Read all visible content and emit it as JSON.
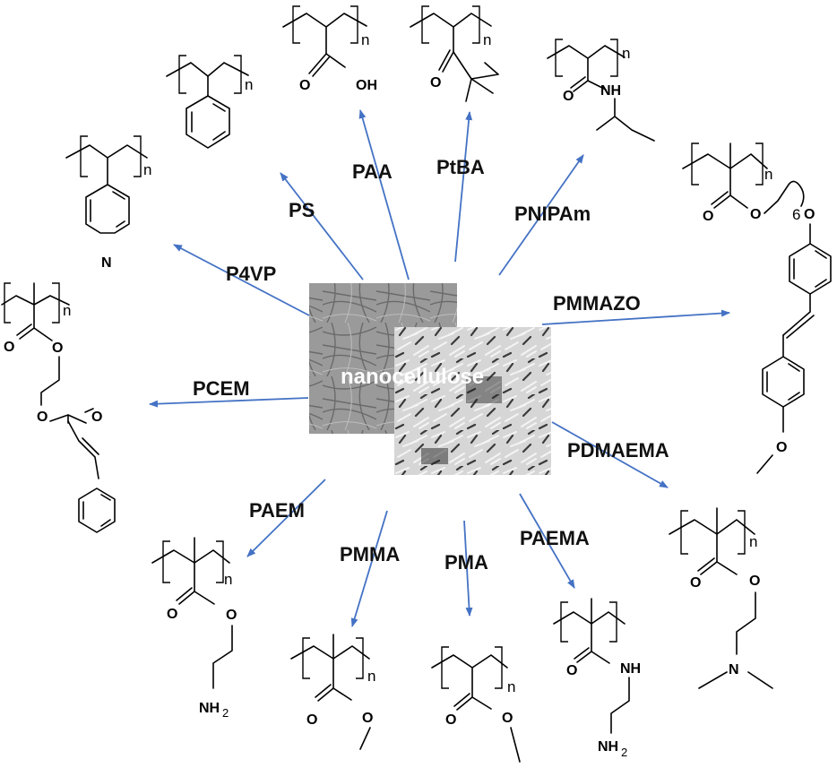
{
  "center": {
    "label": "nanocellulose",
    "image_left": "TEM micrograph of cellulose nanofibrils",
    "image_right": "TEM micrograph of cellulose nanocrystals"
  },
  "polymers": [
    {
      "id": "PS",
      "label": "PS"
    },
    {
      "id": "PAA",
      "label": "PAA"
    },
    {
      "id": "PtBA",
      "label": "PtBA"
    },
    {
      "id": "PNIPAm",
      "label": "PNIPAm"
    },
    {
      "id": "PMMAZO",
      "label": "PMMAZO"
    },
    {
      "id": "PDMAEMA",
      "label": "PDMAEMA"
    },
    {
      "id": "PAEMA",
      "label": "PAEMA"
    },
    {
      "id": "PMA",
      "label": "PMA"
    },
    {
      "id": "PMMA",
      "label": "PMMA"
    },
    {
      "id": "PAEM",
      "label": "PAEM"
    },
    {
      "id": "PCEM",
      "label": "PCEM"
    },
    {
      "id": "P4VP",
      "label": "P4VP"
    }
  ],
  "atoms": {
    "n": "n",
    "O": "O",
    "OH": "OH",
    "NH": "NH",
    "N": "N",
    "NH2": "NH",
    "sub2": "2",
    "six": "6"
  },
  "colors": {
    "arrow": "#4472c4",
    "text": "#111111",
    "background": "#ffffff"
  }
}
